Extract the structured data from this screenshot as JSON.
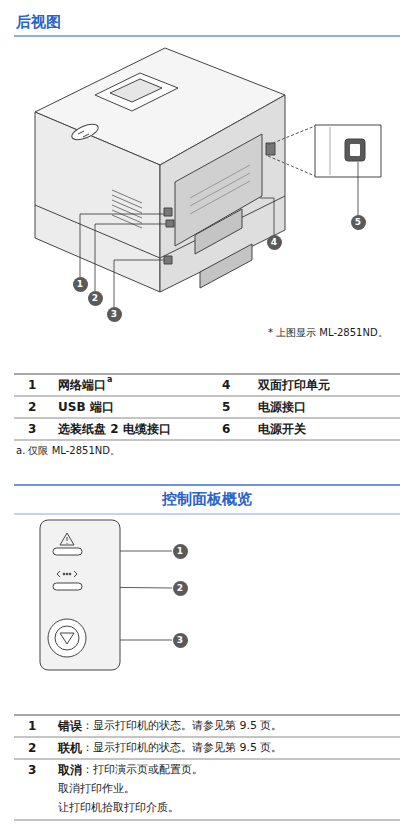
{
  "diagram": {
    "title": "后视图",
    "nodes": [
      {
        "text": [
          "1"
        ]
      },
      {
        "text": [
          "2"
        ]
      },
      {
        "text": [
          "3"
        ]
      },
      {
        "text": [
          "4"
        ]
      },
      {
        "text": [
          "5"
        ]
      },
      {
        "text": [
          "1"
        ]
      },
      {
        "text": [
          "2"
        ]
      },
      {
        "text": [
          "3"
        ]
      }
    ],
    "labels": [
      "* 上图显示 ML-2851ND。",
      "1",
      "网络端口",
      "a",
      "4",
      "双面打印单元",
      "2",
      "USB 端口",
      "5",
      "电源接口",
      "3",
      "选装纸盘 2 电缆接口",
      "6",
      "电源开关",
      "a. 仅限 ML-2851ND。",
      "控制面板概览",
      "1",
      "错误",
      "：显示打印机的状态。请参见第 9.5 页。",
      "2",
      "联机",
      "：显示打印机的状态。请参见第 9.5 页。",
      "3",
      "取消",
      "：打印演示页或配置页。",
      "取消打印作业。",
      "让打印机拾取打印介质。"
    ]
  }
}
